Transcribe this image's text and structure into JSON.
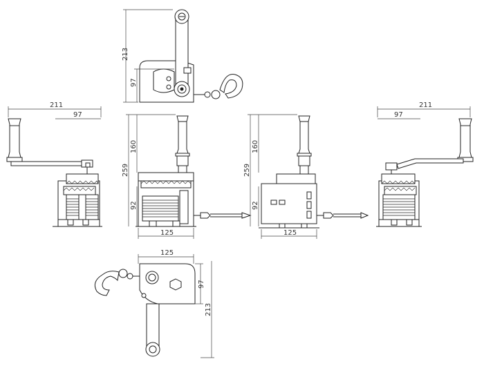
{
  "dimensions": {
    "top_view_height": "213",
    "top_view_inner": "97",
    "left_view_width": "211",
    "left_view_inner": "97",
    "front_height_upper": "160",
    "front_height_total": "259",
    "front_height_lower": "92",
    "front_width": "125",
    "side_height_upper": "160",
    "side_height_total": "259",
    "side_height_lower": "92",
    "side_width": "125",
    "right_view_width": "211",
    "right_view_inner": "97",
    "bottom_view_width": "125",
    "bottom_view_inner": "97",
    "bottom_view_height": "213"
  },
  "colors": {
    "line": "#222222",
    "text": "#333333",
    "background": "#ffffff"
  }
}
